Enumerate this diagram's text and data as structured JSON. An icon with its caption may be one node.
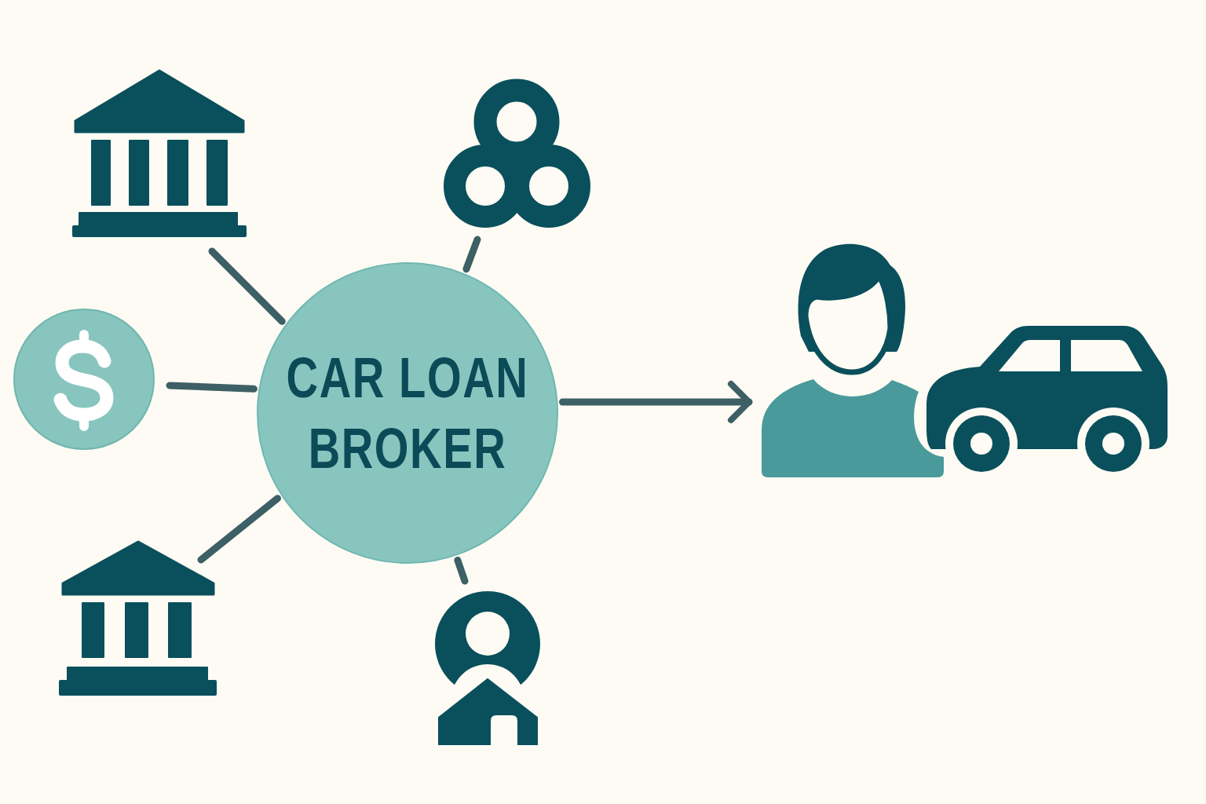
{
  "diagram": {
    "nodes": [
      {
        "text": [],
        "shape": "picture"
      },
      {
        "text": [],
        "shape": "picture"
      },
      {
        "text": [],
        "shape": "picture"
      },
      {
        "text": [
          "CAR LOAN BROKER"
        ]
      },
      {
        "text": [],
        "shape": "picture"
      },
      {
        "text": [],
        "shape": "picture"
      },
      {
        "text": [],
        "shape": "person"
      }
    ],
    "edges": [
      {
        "from": 0,
        "to": 3,
        "arrow": "none"
      },
      {
        "from": 1,
        "to": 3,
        "arrow": "none"
      },
      {
        "from": 2,
        "to": 3,
        "arrow": "none"
      },
      {
        "from": 4,
        "to": 3,
        "arrow": "none"
      },
      {
        "from": 5,
        "to": 3,
        "arrow": "none"
      },
      {
        "from": 3,
        "to": 6,
        "arrow": "to"
      }
    ]
  }
}
